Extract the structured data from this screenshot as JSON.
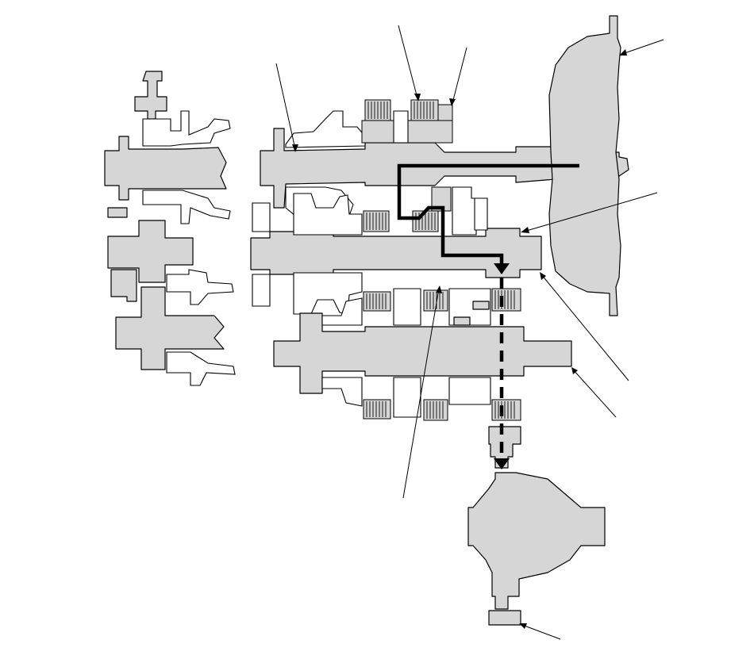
{
  "diagram": {
    "fill_color": "#d6d6d6",
    "line_color": "#000000",
    "background": "#ffffff",
    "icons": [
      "transmission-cross-section",
      "torque-converter",
      "differential",
      "power-flow-arrow"
    ]
  }
}
